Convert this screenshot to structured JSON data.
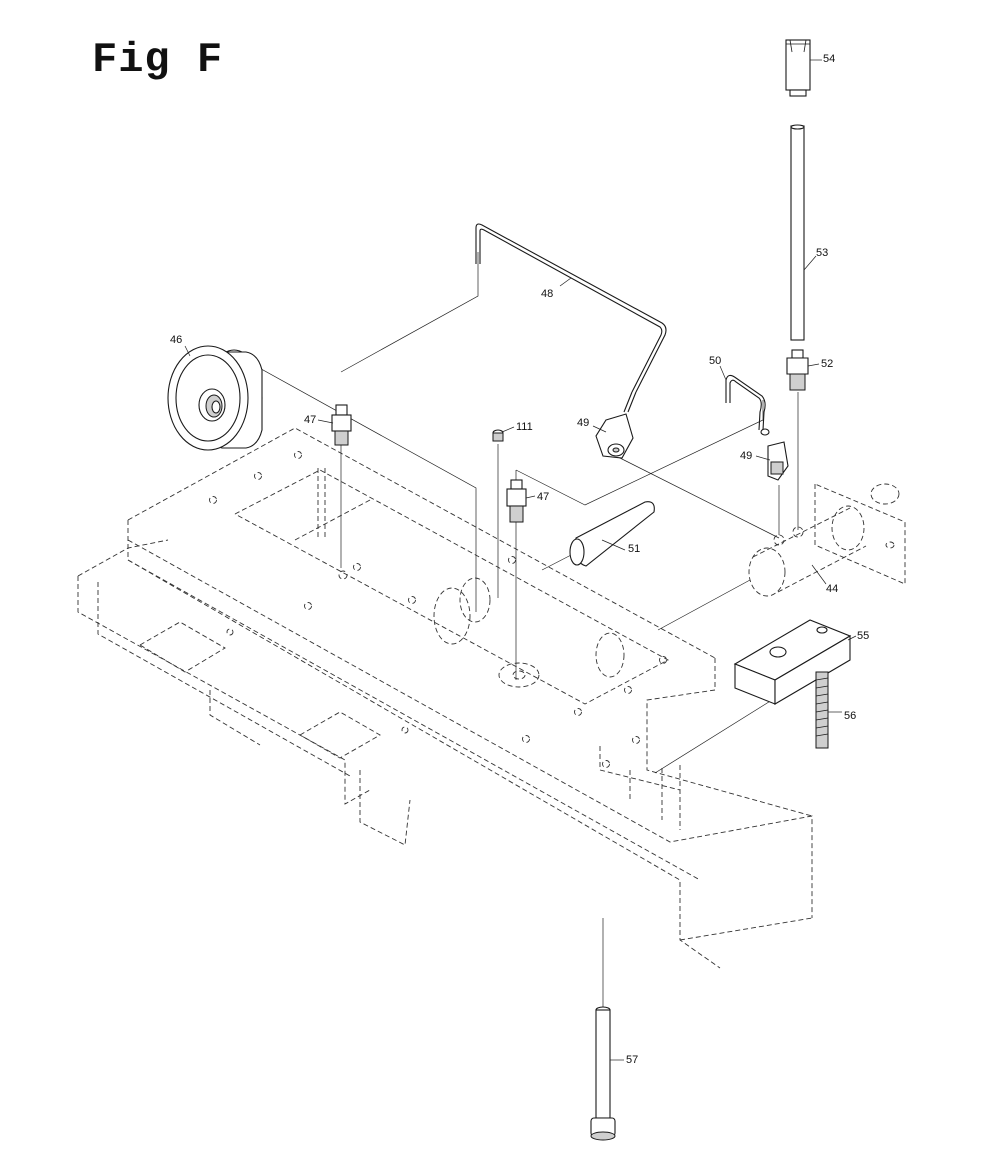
{
  "figure": {
    "title": "Fig F"
  },
  "callouts": {
    "c54": "54",
    "c53": "53",
    "c52": "52",
    "c48": "48",
    "c46": "46",
    "c50": "50",
    "c47a": "47",
    "c111": "111",
    "c49a": "49",
    "c49b": "49",
    "c47b": "47",
    "c51": "51",
    "c44": "44",
    "c55": "55",
    "c56": "56",
    "c57": "57"
  }
}
